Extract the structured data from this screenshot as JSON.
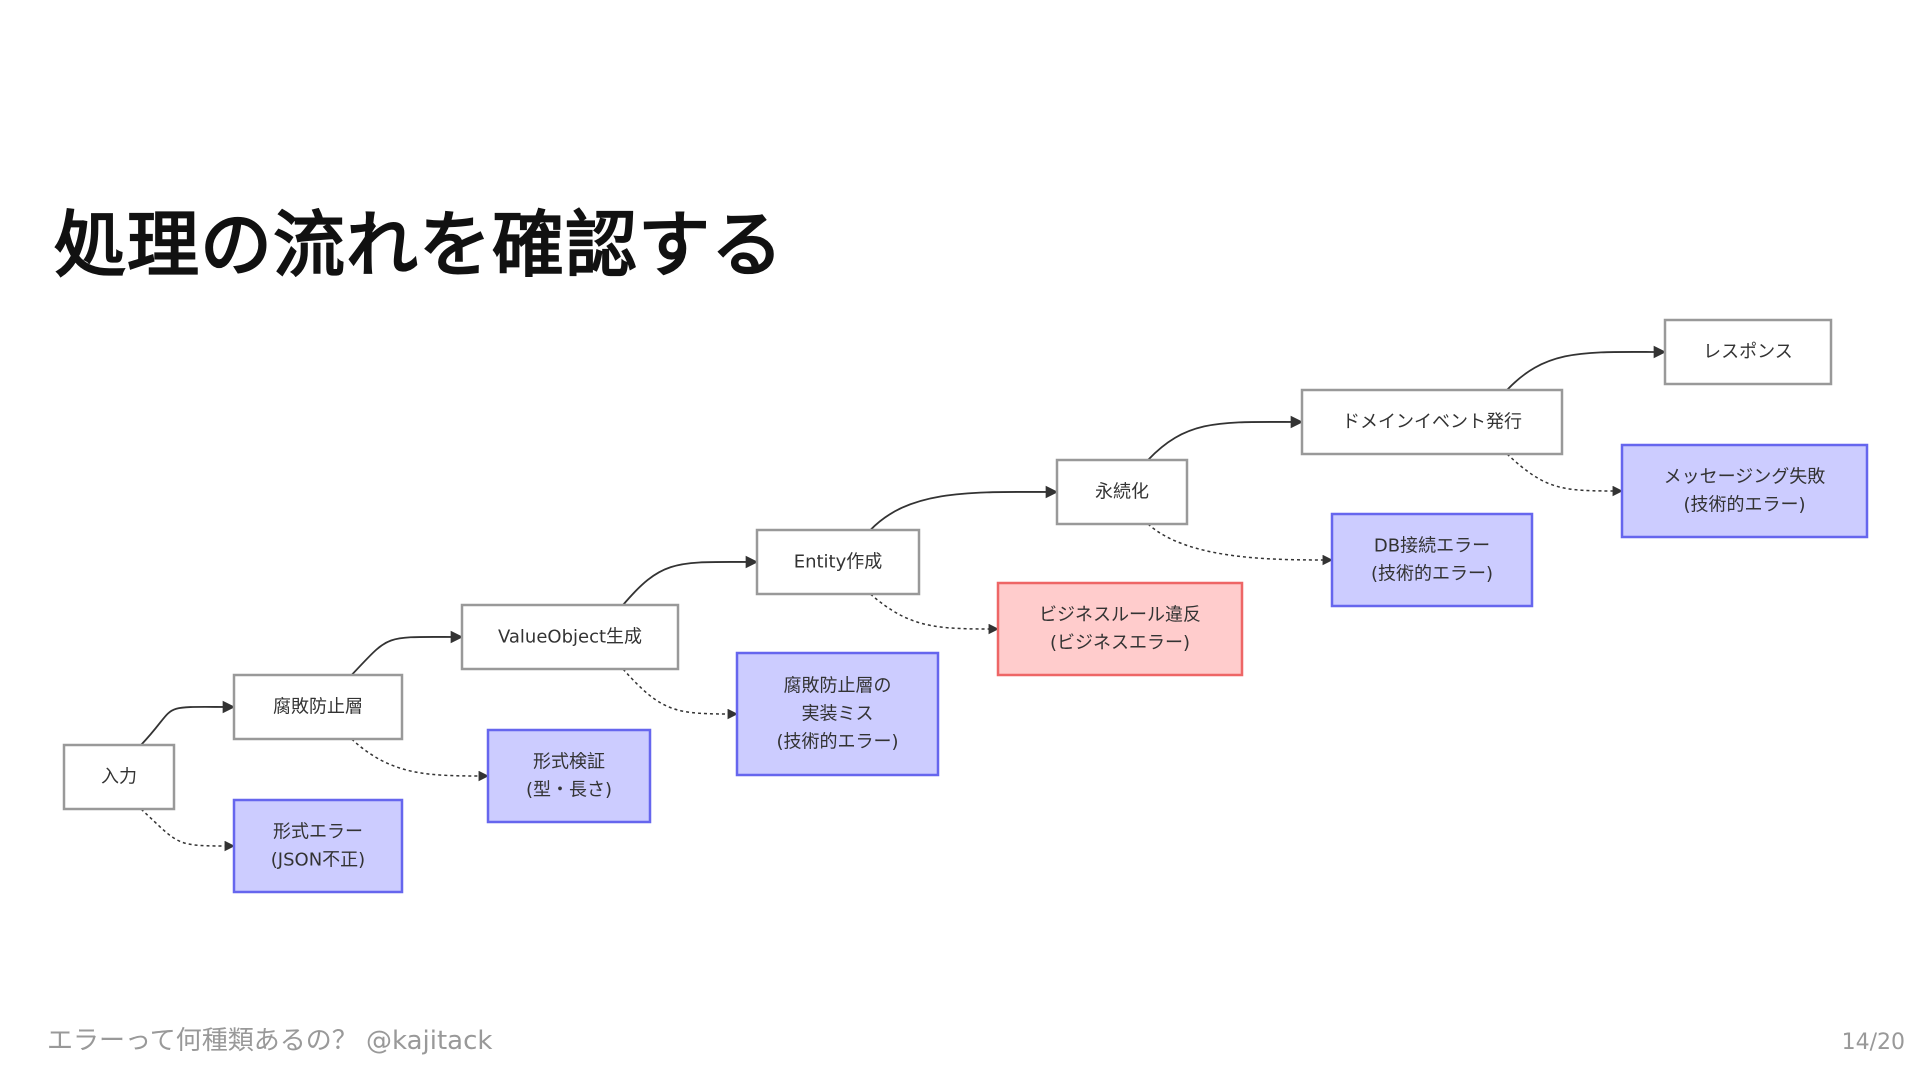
{
  "title": "処理の流れを確認する",
  "footer": "エラーって何種類あるの？ @kajitack",
  "page": "14/20",
  "colors": {
    "step_fill": "#ffffff",
    "step_stroke": "#999999",
    "tech_error_fill": "#ccccff",
    "tech_error_stroke": "#6666ee",
    "biz_error_fill": "#ffcccc",
    "biz_error_stroke": "#ee6666"
  },
  "steps": [
    {
      "id": "input",
      "lines": [
        "入力"
      ]
    },
    {
      "id": "acl",
      "lines": [
        "腐敗防止層"
      ]
    },
    {
      "id": "vo",
      "lines": [
        "ValueObject生成"
      ]
    },
    {
      "id": "entity",
      "lines": [
        "Entity作成"
      ]
    },
    {
      "id": "persist",
      "lines": [
        "永続化"
      ]
    },
    {
      "id": "event",
      "lines": [
        "ドメインイベント発行"
      ]
    },
    {
      "id": "response",
      "lines": [
        "レスポンス"
      ]
    }
  ],
  "errors": [
    {
      "id": "format",
      "from": "input",
      "kind": "tech",
      "lines": [
        "形式エラー",
        "(JSON不正)"
      ]
    },
    {
      "id": "validation",
      "from": "acl",
      "kind": "tech",
      "lines": [
        "形式検証",
        "(型・長さ)"
      ]
    },
    {
      "id": "acl-bug",
      "from": "vo",
      "kind": "tech",
      "lines": [
        "腐敗防止層の",
        "実装ミス",
        "(技術的エラー)"
      ]
    },
    {
      "id": "biz-rule",
      "from": "entity",
      "kind": "biz",
      "lines": [
        "ビジネスルール違反",
        "(ビジネスエラー)"
      ]
    },
    {
      "id": "db-conn",
      "from": "persist",
      "kind": "tech",
      "lines": [
        "DB接続エラー",
        "(技術的エラー)"
      ]
    },
    {
      "id": "messaging",
      "from": "event",
      "kind": "tech",
      "lines": [
        "メッセージング失敗",
        "(技術的エラー)"
      ]
    }
  ]
}
